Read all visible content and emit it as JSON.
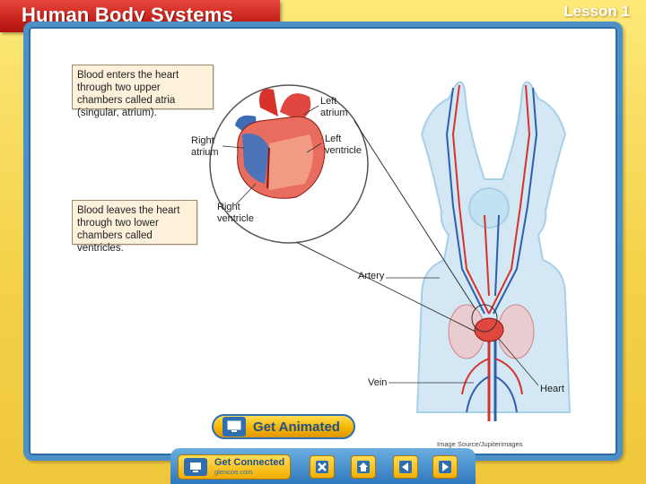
{
  "header": {
    "title": "Human Body Systems",
    "lesson": "Lesson 1"
  },
  "figure": {
    "callout_top": "Blood enters the heart through two upper chambers called atria (singular, atrium).",
    "callout_bottom": "Blood leaves the heart through two lower chambers called ventricles.",
    "labels": {
      "left_atrium": "Left atrium",
      "right_atrium": "Right atrium",
      "left_ventricle": "Left ventricle",
      "right_ventricle": "Right ventricle",
      "artery": "Artery",
      "vein": "Vein",
      "heart": "Heart"
    },
    "credit": "Image Source/Jupiterimages"
  },
  "buttons": {
    "get_animated": "Get Animated",
    "get_connected": "Get Connected",
    "get_connected_url": "glencoe.com"
  },
  "nav": [
    "close-icon",
    "home-icon",
    "previous-icon",
    "next-icon"
  ],
  "colors": {
    "banner_red": "#c8221c",
    "frame_blue": "#4d8fc7",
    "background_yellow": "#f4d24a"
  }
}
